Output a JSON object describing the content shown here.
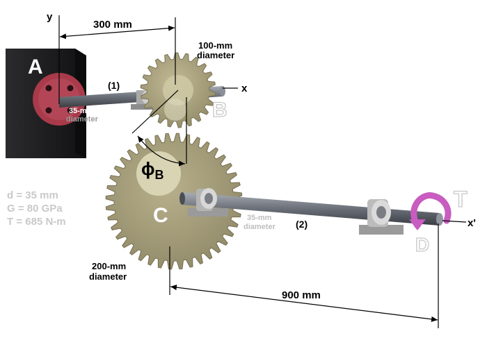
{
  "labels": {
    "axis_y": "y",
    "axis_x": "x",
    "axis_x_prime": "x'",
    "dim_top": "300 mm",
    "dim_bottom": "900 mm",
    "gear_b_diameter_line1": "100-mm",
    "gear_b_diameter_line2": "diameter",
    "gear_c_diameter_line1": "200-mm",
    "gear_c_diameter_line2": "diameter",
    "shaft1_diameter_line1": "35-mm",
    "shaft1_diameter_line2": "diameter",
    "shaft2_diameter_line1": "35-mm",
    "shaft2_diameter_line2": "diameter",
    "shaft1_label": "(1)",
    "shaft2_label": "(2)",
    "point_a": "A",
    "point_b": "B",
    "point_c": "C",
    "point_d": "D",
    "torque": "T",
    "phi": "ϕ",
    "phi_sub": "B"
  },
  "parameters": [
    "d = 35 mm",
    "G = 80 GPa",
    "T = 685 N-m"
  ],
  "colors": {
    "wall": "#1c1c1e",
    "flange": "#a83a4a",
    "gear": "#a39b78",
    "gear_hub": "#c9c49e",
    "shaft": "#6a6f78",
    "bearing": "#b9b9b9",
    "torque_arrow": "#c85cc0"
  }
}
